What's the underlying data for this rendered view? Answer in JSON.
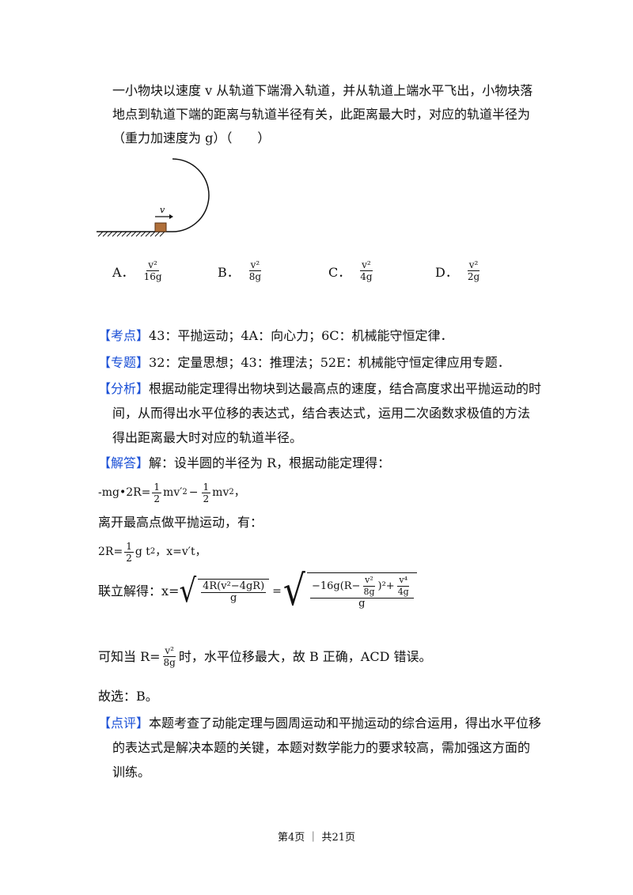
{
  "question": {
    "line1": "一小物块以速度 v 从轨道下端滑入轨道，并从轨道上端水平飞出，小物块落",
    "line2": "地点到轨道下端的距离与轨道半径有关，此距离最大时，对应的轨道半径为",
    "line3": "（重力加速度为 g）（　　）",
    "figure_label": "v"
  },
  "options": [
    {
      "letter": "A．",
      "num": "v²",
      "den": "16g"
    },
    {
      "letter": "B．",
      "num": "v²",
      "den": "8g"
    },
    {
      "letter": "C．",
      "num": "v²",
      "den": "4g"
    },
    {
      "letter": "D．",
      "num": "v²",
      "den": "2g"
    }
  ],
  "analysis": {
    "kaodian_tag": "【考点】",
    "kaodian": "43：平抛运动；4A：向心力；6C：机械能守恒定律．",
    "zhuanti_tag": "【专题】",
    "zhuanti": "32：定量思想；43：推理法；52E：机械能守恒定律应用专题．",
    "fenxi_tag": "【分析】",
    "fenxi1": "根据动能定理得出物块到达最高点的速度，结合高度求出平抛运动的时",
    "fenxi2": "间，从而得出水平位移的表达式，结合表达式，运用二次函数求极值的方法",
    "fenxi3": "得出距离最大时对应的轨道半径。",
    "jieda_tag": "【解答】",
    "jieda1": "解：设半圆的半径为 R，根据动能定理得：",
    "eq1_left": "-mg•2R=",
    "eq1_mid": "mv′",
    "eq1_sup": "2",
    "eq1_minus": "−",
    "eq1_right": "mv",
    "eq1_end": "，",
    "half": "1",
    "two": "2",
    "line_platform": "离开最高点做平抛运动，有：",
    "eq2_left": "2R=",
    "eq2_mid": "g t",
    "eq2_right": "，x=v′t，",
    "eq3_prefix": "联立解得：x=",
    "eq3_root1_num": "4R(v²−4gR)",
    "eq3_root1_den": "g",
    "eq3_eq": "=",
    "eq3_root2_num_a": "−16g(R−",
    "eq3_root2_num_b": ")²+",
    "eq3_root2_den": "g",
    "v2": "v²",
    "v4": "v⁴",
    "eightg": "8g",
    "fourg": "4g",
    "conclude_a": "可知当 R=",
    "conclude_b": "时，水平位移最大，故 B 正确，ACD 错误。",
    "choose": "故选：B。",
    "dianping_tag": "【点评】",
    "dianping1": "本题考查了动能定理与圆周运动和平抛运动的综合运用，得出水平位移",
    "dianping2": "的表达式是解决本题的关键，本题对数学能力的要求较高，需加强这方面的",
    "dianping3": "训练。"
  },
  "footer": "第4页 ｜ 共21页"
}
